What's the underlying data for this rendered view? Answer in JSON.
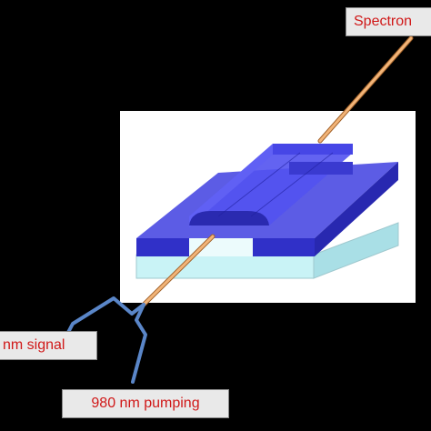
{
  "labels": {
    "spectrometer": "Spectron",
    "signal": "nm signal",
    "pumping": "980 nm pumping"
  },
  "colors": {
    "background": "#000000",
    "panel": "#ffffff",
    "label_text": "#d01818",
    "label_bg": "#e9e9e9",
    "fiber_orange": "#f0b070",
    "fiber_blue": "#5a86c8",
    "waveguide_blue": "#3a3ad8",
    "substrate_cyan": "#c8f2f5"
  }
}
